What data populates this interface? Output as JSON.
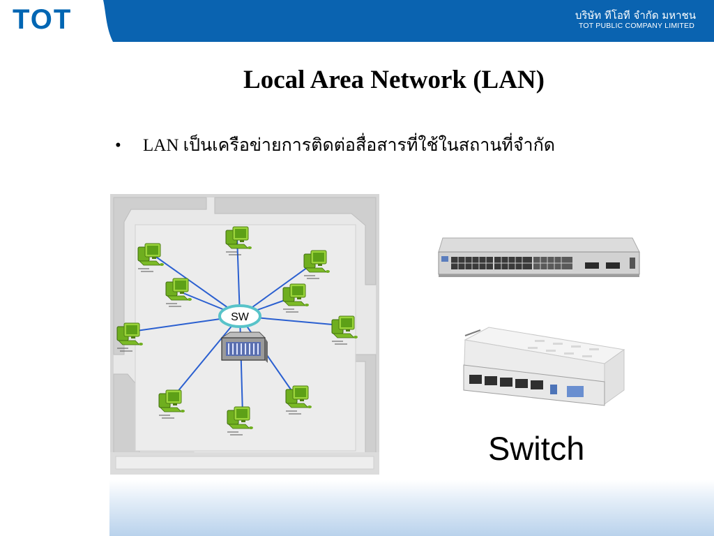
{
  "header": {
    "logo_text": "TOT",
    "company_thai": "บริษัท ทีโอที จำกัด มหาชน",
    "company_en": "TOT PUBLIC COMPANY LIMITED"
  },
  "slide": {
    "title": "Local Area Network (LAN)",
    "bullet_marker": "•",
    "bullet_text": "LAN เป็นเครือข่ายการติดต่อสื่อสารที่ใช้ในสถานที่จำกัด"
  },
  "diagram": {
    "hub_label": "SW"
  },
  "switch_caption": "Switch",
  "colors": {
    "header_blue": "#0066b3",
    "link_blue": "#2a5fd0",
    "computer_green": "#8fcf2e",
    "floor_gray": "#e3e3e3"
  }
}
